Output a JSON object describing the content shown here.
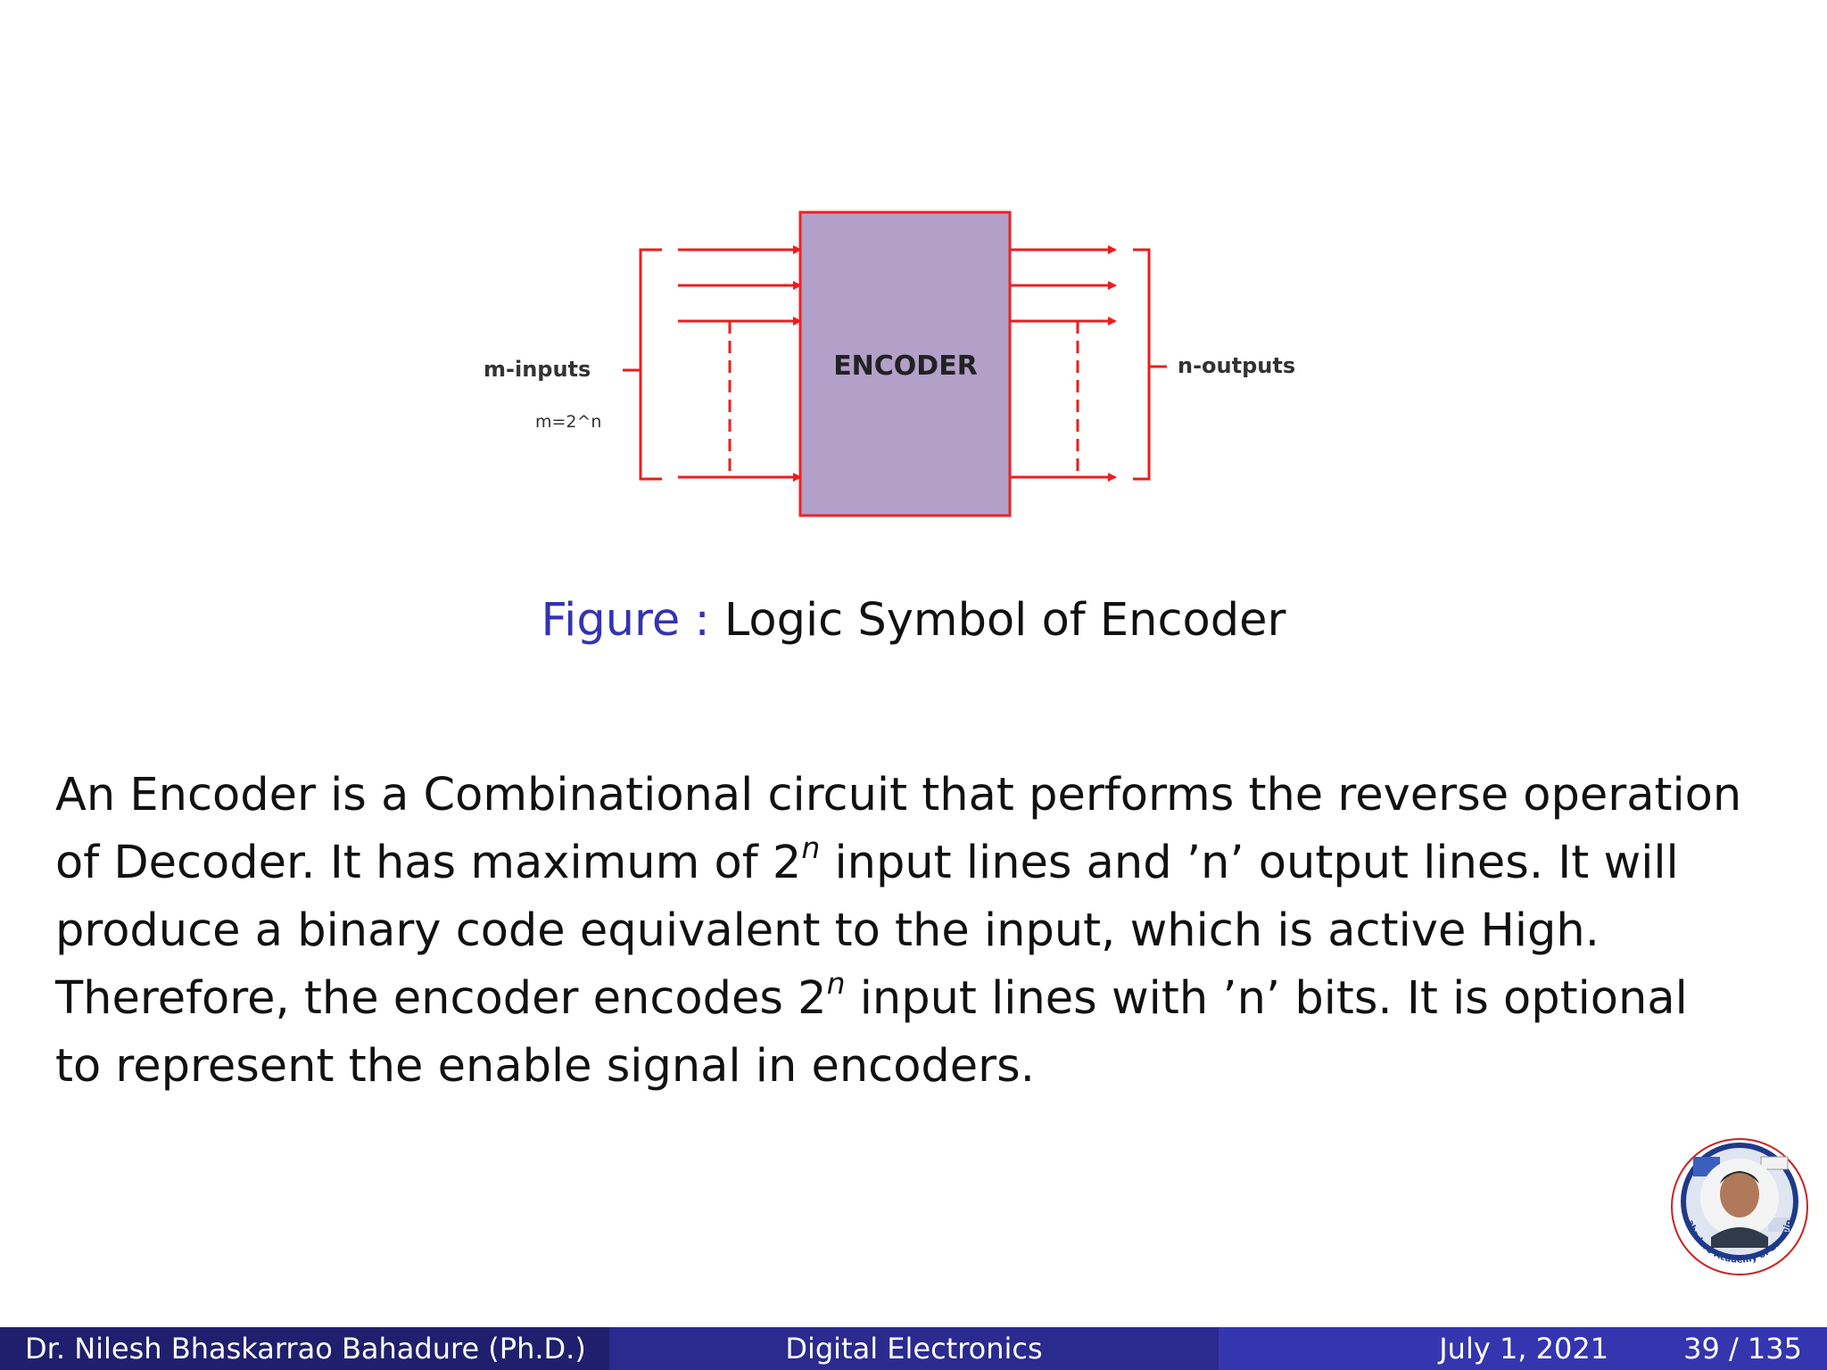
{
  "figure": {
    "block_label": "ENCODER",
    "inputs_label": "m-inputs",
    "inputs_formula": "m=2^n",
    "outputs_label": "n-outputs",
    "colors": {
      "block_fill": "#b3a0c9",
      "block_border": "#ee2222",
      "wire": "#ee1c1c"
    }
  },
  "caption": {
    "label": "Figure :",
    "text": "Logic Symbol of Encoder"
  },
  "paragraph": {
    "l1": "An Encoder is a Combinational circuit that performs the reverse operation",
    "l2a": "of Decoder. It has maximum of 2",
    "l2sup": "n",
    "l2b": " input lines and ’n’ output lines. It will",
    "l3": "produce a binary code equivalent to the input, which is active High.",
    "l4a": "Therefore, the encoder encodes 2",
    "l4sup": "n",
    "l4b": " input lines with ’n’ bits. It is optional",
    "l5": "to represent the enable signal in encoders."
  },
  "logo": {
    "ring_text": "Bahadure Academy of Learning",
    "colors": {
      "ring": "#1f3a8a",
      "accent": "#cc2222"
    }
  },
  "footer": {
    "author": "Dr. Nilesh Bhaskarrao Bahadure  (Ph.D.)",
    "course": "Digital Electronics",
    "date": "July 1, 2021",
    "page": "39 / 135"
  }
}
